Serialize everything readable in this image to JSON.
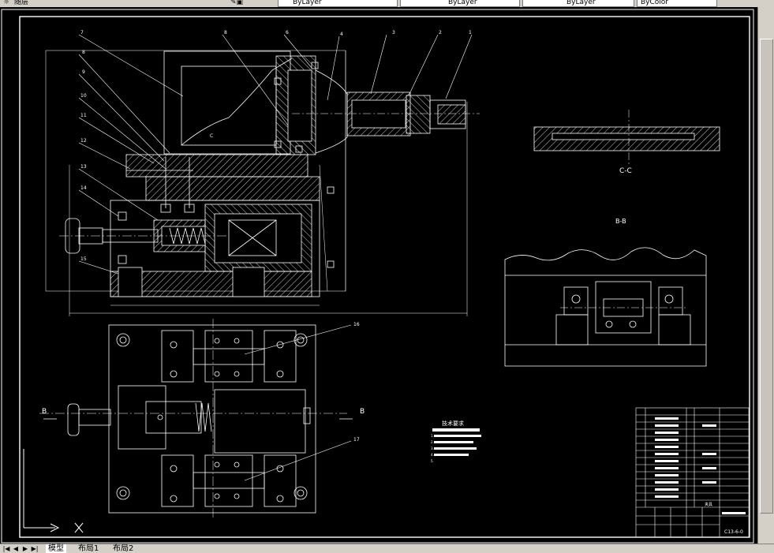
{
  "toolbar": {
    "left_label": "随层",
    "combo1": "ByLayer",
    "combo2": "ByLayer",
    "combo3": "ByLayer",
    "combo4": "ByColor"
  },
  "drawing": {
    "part_numbers": [
      "7",
      "8",
      "6",
      "4",
      "3",
      "2",
      "1",
      "8",
      "9",
      "10",
      "11",
      "12",
      "13",
      "14",
      "15",
      "16",
      "17"
    ],
    "section_c_label": "C-C",
    "section_b_label": "B-B",
    "b_left": "B",
    "b_right": "B",
    "c_mark": "C",
    "tech_req_title": "技术要求",
    "tech_req_lines": [
      "1.",
      "2.",
      "3.",
      "4.",
      "5."
    ],
    "title_block_name": "夹具",
    "title_block_code": "C13-6-0"
  },
  "tabs": {
    "model": "模型",
    "layout1": "布局1",
    "layout2": "布局2"
  },
  "nav": [
    "|◀",
    "◀",
    "▶",
    "▶|"
  ]
}
